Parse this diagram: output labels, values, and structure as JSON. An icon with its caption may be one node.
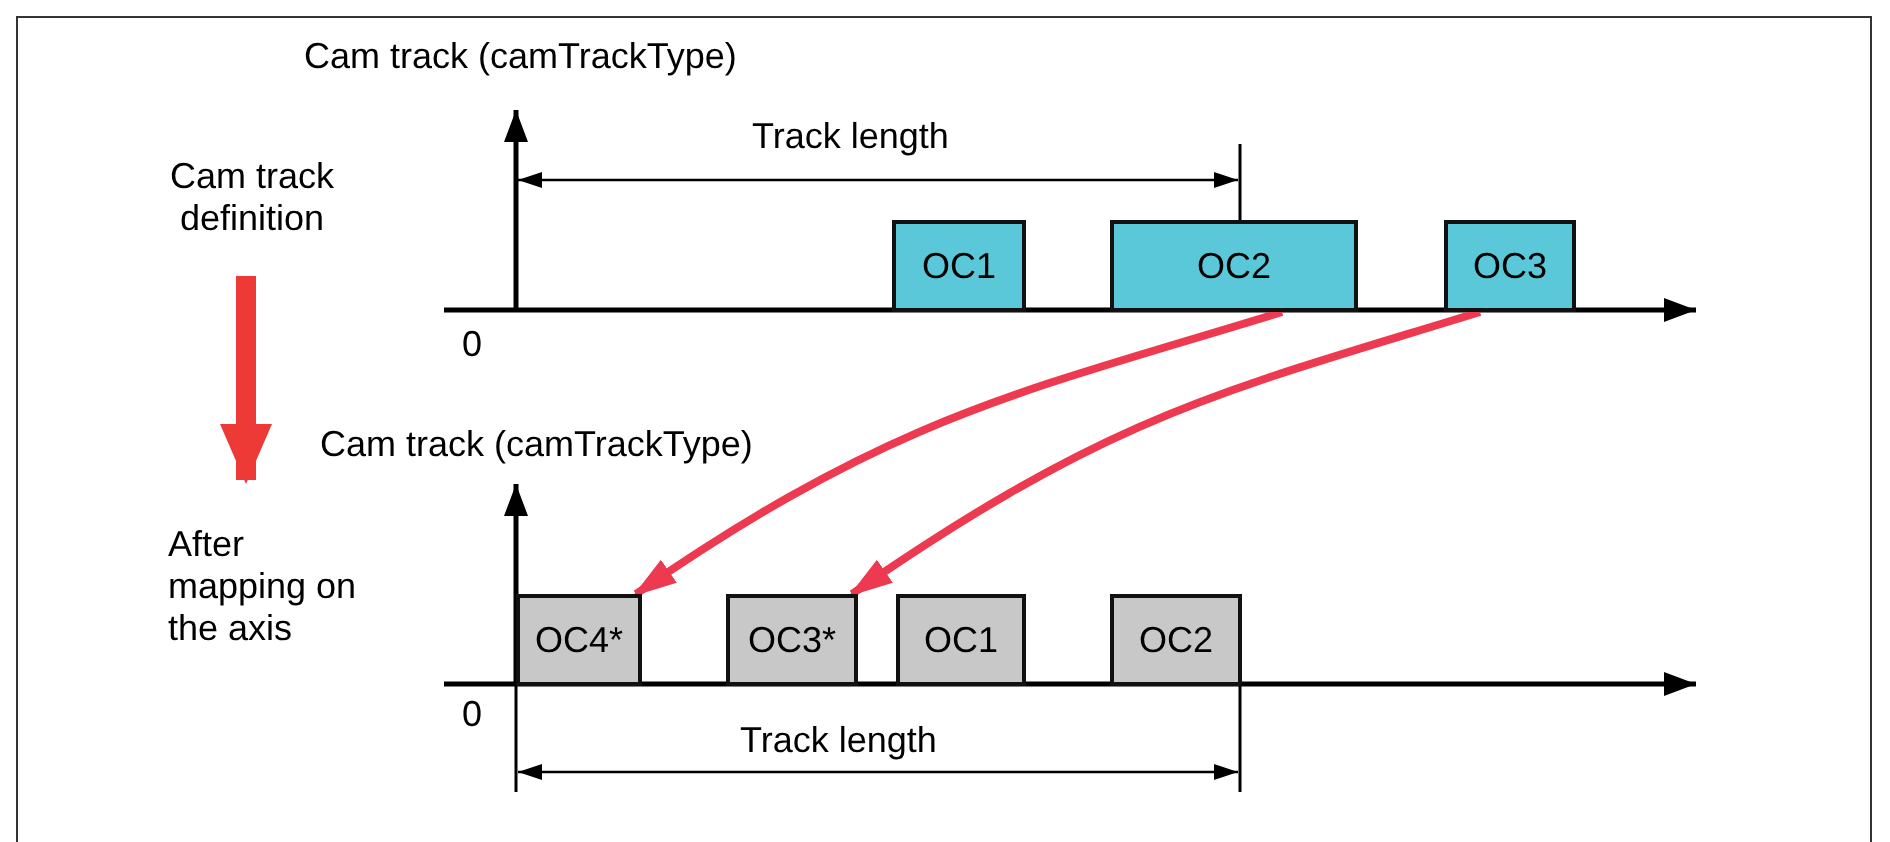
{
  "diagram": {
    "nodes": [
      {
        "text": [
          "Cam track definition"
        ]
      },
      {
        "text": [
          "After mapping on the axis"
        ]
      },
      {
        "text": [
          "OC1"
        ]
      },
      {
        "text": [
          "OC2"
        ]
      },
      {
        "text": [
          "OC3"
        ]
      },
      {
        "text": [
          "OC4*"
        ]
      },
      {
        "text": [
          "OC3*"
        ]
      },
      {
        "text": [
          "OC1"
        ]
      },
      {
        "text": [
          "OC2"
        ]
      }
    ],
    "edges": [
      {
        "from": 0,
        "to": 1,
        "arrow": "to",
        "style": "thick",
        "color": "#ee3a36"
      },
      {
        "from": 3,
        "to": 5,
        "arrow": "to",
        "color": "#ee3a50"
      },
      {
        "from": 4,
        "to": 6,
        "arrow": "to",
        "color": "#ee3a50"
      }
    ],
    "labels": [
      "Cam track (camTrackType)",
      "Track length",
      "0",
      "Cam track (camTrackType)",
      "0",
      "Track length"
    ]
  }
}
